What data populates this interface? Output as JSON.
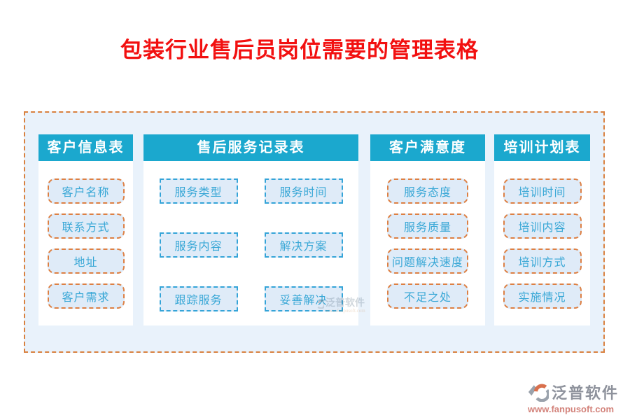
{
  "title": "包装行业售后员岗位需要的管理表格",
  "colors": {
    "title_red": "#f21010",
    "header_bg": "#1ba8ce",
    "container_border_orange": "#d9813f",
    "container_bg": "#e9f2fb",
    "item_bg": "#dfebf8",
    "item_text_blue": "#38a7d6",
    "item_border_orange": "#dd8044",
    "item_border_blue": "#35a4d8"
  },
  "columns": [
    {
      "header": "客户信息表",
      "items": [
        "客户名称",
        "联系方式",
        "地址",
        "客户需求"
      ]
    },
    {
      "header": "售后服务记录表",
      "items": [
        "服务类型",
        "服务时间",
        "服务内容",
        "解决方案",
        "跟踪服务",
        "妥善解决"
      ]
    },
    {
      "header": "客户满意度",
      "items": [
        "服务态度",
        "服务质量",
        "问题解决速度",
        "不足之处"
      ]
    },
    {
      "header": "培训计划表",
      "items": [
        "培训时间",
        "培训内容",
        "培训方式",
        "实施情况"
      ]
    }
  ],
  "watermark": {
    "text": "泛普软件"
  },
  "logo": {
    "name": "泛普软件",
    "url": "www.fanpusoft.com"
  }
}
